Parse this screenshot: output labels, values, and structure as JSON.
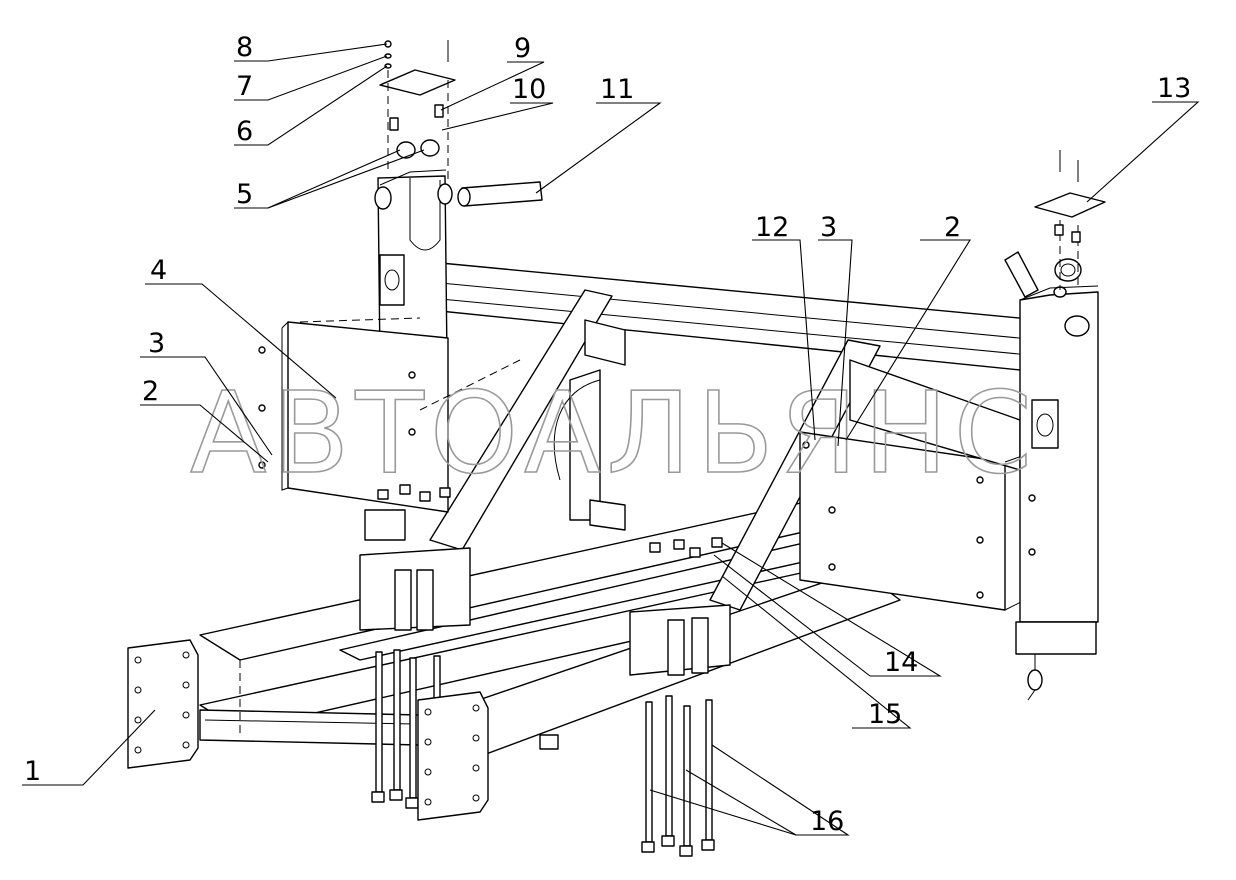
{
  "watermark": "АВТОАЛЬЯНС",
  "callouts": [
    {
      "id": "1",
      "label": "1"
    },
    {
      "id": "2a",
      "label": "2"
    },
    {
      "id": "2b",
      "label": "2"
    },
    {
      "id": "3a",
      "label": "3"
    },
    {
      "id": "3b",
      "label": "3"
    },
    {
      "id": "4",
      "label": "4"
    },
    {
      "id": "5",
      "label": "5"
    },
    {
      "id": "6",
      "label": "6"
    },
    {
      "id": "7",
      "label": "7"
    },
    {
      "id": "8",
      "label": "8"
    },
    {
      "id": "9",
      "label": "9"
    },
    {
      "id": "10",
      "label": "10"
    },
    {
      "id": "11",
      "label": "11"
    },
    {
      "id": "12",
      "label": "12"
    },
    {
      "id": "13",
      "label": "13"
    },
    {
      "id": "14",
      "label": "14"
    },
    {
      "id": "15",
      "label": "15"
    },
    {
      "id": "16",
      "label": "16"
    }
  ]
}
